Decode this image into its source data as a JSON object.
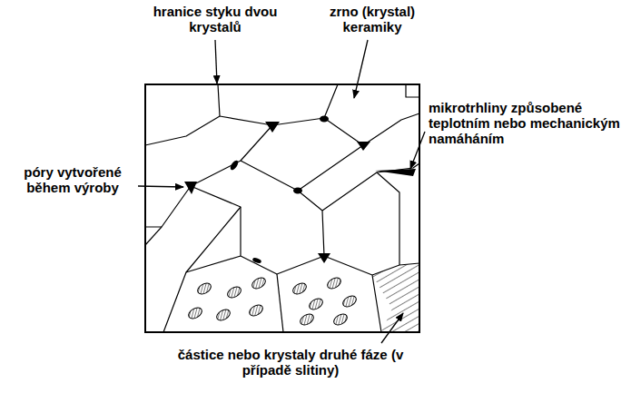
{
  "diagram": {
    "labels": [
      "hranice styku dvou krystalů",
      "zrno (krystal) keramiky",
      "mikrotrhliny způsobené teplotním nebo mechanickým namáháním",
      "póry vytvořené během výroby",
      "částice nebo krystaly druhé fáze (v případě slitiny)"
    ]
  }
}
